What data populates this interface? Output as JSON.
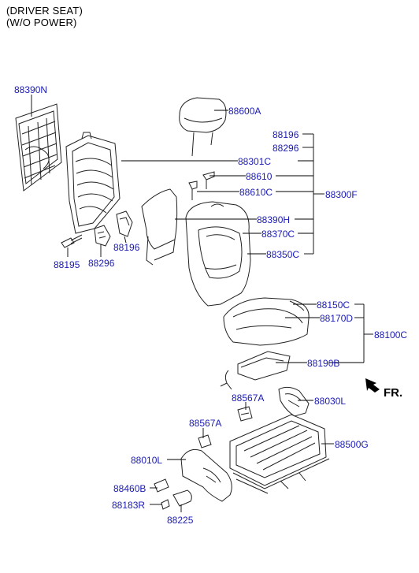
{
  "header": {
    "line1": "(DRIVER SEAT)",
    "line2": "(W/O POWER)"
  },
  "direction": {
    "label": "FR."
  },
  "parts": {
    "p88390N": "88390N",
    "p88600A": "88600A",
    "p88196_top": "88196",
    "p88296_top": "88296",
    "p88301C": "88301C",
    "p88610": "88610",
    "p88610C": "88610C",
    "p88300F": "88300F",
    "p88390H": "88390H",
    "p88370C": "88370C",
    "p88350C": "88350C",
    "p88196_bot": "88196",
    "p88195": "88195",
    "p88296_bot": "88296",
    "p88150C": "88150C",
    "p88170D": "88170D",
    "p88100C": "88100C",
    "p88190B": "88190B",
    "p88567A_1": "88567A",
    "p88030L": "88030L",
    "p88567A_2": "88567A",
    "p88500G": "88500G",
    "p88010L": "88010L",
    "p88460B": "88460B",
    "p88183R": "88183R",
    "p88225": "88225"
  }
}
